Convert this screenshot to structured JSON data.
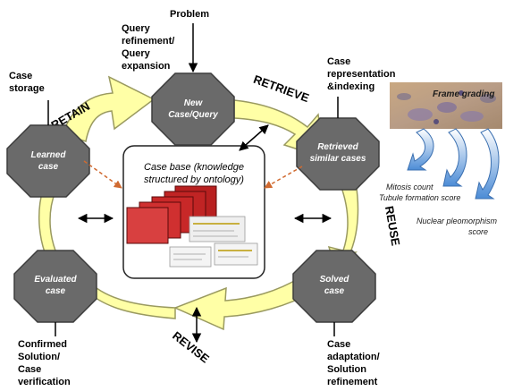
{
  "colors": {
    "arrow_fill": "#FFFFA6",
    "arrow_stroke": "#9A9A60",
    "octagon_fill": "#6A6A6A",
    "octagon_stroke": "#3C3C3C",
    "folder_red": "#C82828",
    "dashed_orange": "#D06A30",
    "blue_arrow": "#4C8CD6"
  },
  "icons": {
    "frame": "tissue-image",
    "folders": "red-folder-stack",
    "blue_arrows": "curved-arrow"
  },
  "labels": {
    "problem": "Problem",
    "query": [
      "Query",
      "refinement/",
      "Query",
      "expansion"
    ],
    "case_storage": [
      "Case",
      "storage"
    ],
    "case_representation": [
      "Case",
      "representation",
      "&indexing"
    ],
    "confirmed": [
      "Confirmed",
      "Solution/",
      "Case",
      "verification"
    ],
    "case_adaptation": [
      "Case",
      "adaptation/",
      "Solution",
      "refinement"
    ]
  },
  "phases": {
    "retain": "RETAIN",
    "retrieve": "RETRIEVE",
    "reuse": "REUSE",
    "revise": "REVISE"
  },
  "nodes": {
    "new_case": [
      "New",
      "Case/Query"
    ],
    "learned_case": [
      "Learned",
      "case"
    ],
    "retrieved": [
      "Retrieved",
      "similar cases"
    ],
    "evaluated": [
      "Evaluated",
      "case"
    ],
    "solved": [
      "Solved",
      "case"
    ]
  },
  "case_base": [
    "Case base (knowledge",
    "structured by ontology)"
  ],
  "grading": {
    "title": "Frame grading",
    "mitosis": "Mitosis count",
    "tubule": "Tubule formation score",
    "nuclear": [
      "Nuclear pleomorphism",
      "score"
    ]
  }
}
